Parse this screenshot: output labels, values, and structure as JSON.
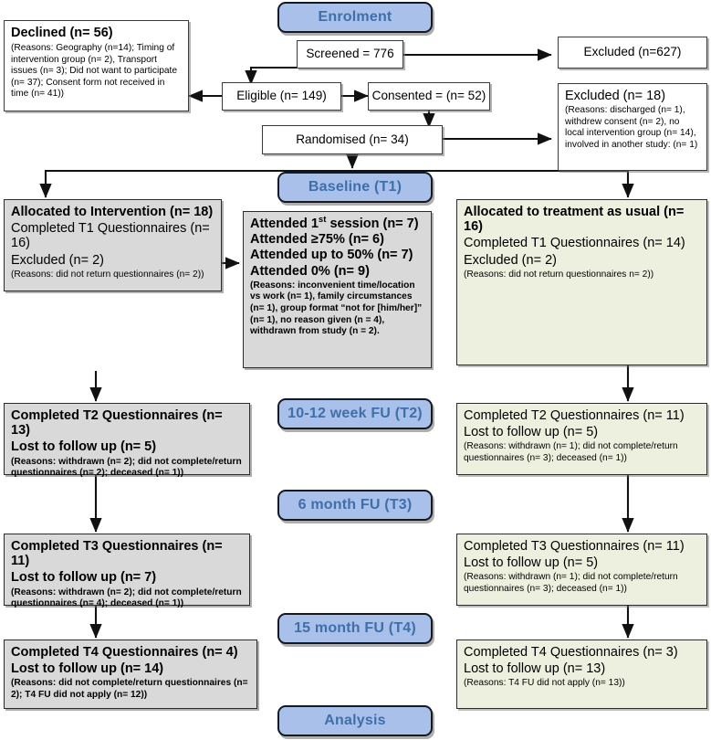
{
  "diagram": {
    "type": "consort-flow-diagram",
    "stages": [
      {
        "id": "enrolment",
        "label": "Enrolment"
      },
      {
        "id": "baseline",
        "label": "Baseline (T1)"
      },
      {
        "id": "t2",
        "label": "10-12 week FU (T2)"
      },
      {
        "id": "t3",
        "label": "6 month FU (T3)"
      },
      {
        "id": "t4",
        "label": "15 month FU (T4)"
      },
      {
        "id": "analysis",
        "label": "Analysis"
      }
    ],
    "colors": {
      "stage_fill": "#a8c0ea",
      "stage_text": "#3f6fa8",
      "intervention_fill": "#d9d9d9",
      "control_fill": "#edf0de",
      "plain_fill": "#ffffff",
      "border": "#2b2b2b"
    },
    "enrolment": {
      "declined": {
        "title": "Declined (n= 56)",
        "reasons": "(Reasons: Geography (n=14); Timing of intervention group (n= 2), Transport issues (n= 3); Did not want to participate (n= 37); Consent form not received in time (n= 41))"
      },
      "screened": "Screened = 776",
      "excluded_screened": "Excluded (n=627)",
      "eligible": "Eligible (n= 149)",
      "consented": "Consented = (n= 52)",
      "excluded_consented": {
        "title": "Excluded (n= 18)",
        "reasons": "(Reasons: discharged (n= 1), withdrew consent (n= 2), no local intervention group (n= 14), involved in another study: (n= 1)"
      },
      "randomised": "Randomised (n= 34)"
    },
    "intervention": {
      "allocation": {
        "line1": "Allocated to Intervention (n= 18)",
        "line2": "Completed T1 Questionnaires (n= 16)",
        "line3": "Excluded (n= 2)",
        "reasons": "(Reasons: did not return questionnaires (n= 2))"
      },
      "attendance": {
        "line1_pre": "Attended 1",
        "line1_sup": "st",
        "line1_post": " session (n= 7)",
        "line2": "Attended ≥75% (n= 6)",
        "line3": "Attended up to 50% (n= 7)",
        "line4": "Attended 0% (n= 9)",
        "reasons": "(Reasons: inconvenient time/location vs work (n= 1), family circumstances (n= 1), group format “not for [him/her]” (n= 1), no reason given (n = 4), withdrawn from study (n = 2)."
      },
      "t2": {
        "line1": "Completed T2 Questionnaires (n= 13)",
        "line2": "Lost to follow up (n= 5)",
        "reasons": "(Reasons: withdrawn (n= 2); did not complete/return questionnaires (n= 2); deceased (n= 1))"
      },
      "t3": {
        "line1": "Completed T3 Questionnaires (n= 11)",
        "line2": "Lost to follow up (n= 7)",
        "reasons": "(Reasons: withdrawn (n= 2); did not complete/return questionnaires (n= 4); deceased (n= 1))"
      },
      "t4": {
        "line1": "Completed T4 Questionnaires (n= 4)",
        "line2": "Lost to follow up (n= 14)",
        "reasons": "(Reasons: did not complete/return questionnaires (n= 2); T4 FU did not apply (n= 12))"
      }
    },
    "control": {
      "allocation": {
        "line1": "Allocated to treatment as usual (n= 16)",
        "line2": "Completed T1 Questionnaires (n= 14)",
        "line3": "Excluded (n= 2)",
        "reasons": "(Reasons: did not return questionnaires n= 2))"
      },
      "t2": {
        "line1": "Completed T2 Questionnaires (n= 11)",
        "line2": "Lost to follow up (n= 5)",
        "reasons": "(Reasons: withdrawn (n= 1); did not complete/return questionnaires (n= 3); deceased (n= 1))"
      },
      "t3": {
        "line1": "Completed T3 Questionnaires (n= 11)",
        "line2": "Lost to follow up (n= 5)",
        "reasons": "(Reasons: withdrawn (n= 1); did not complete/return questionnaires (n= 3); deceased (n= 1))"
      },
      "t4": {
        "line1": "Completed T4 Questionnaires (n= 3)",
        "line2": "Lost to follow up (n= 13)",
        "reasons": "(Reasons: T4 FU did not apply (n= 13))"
      }
    }
  }
}
